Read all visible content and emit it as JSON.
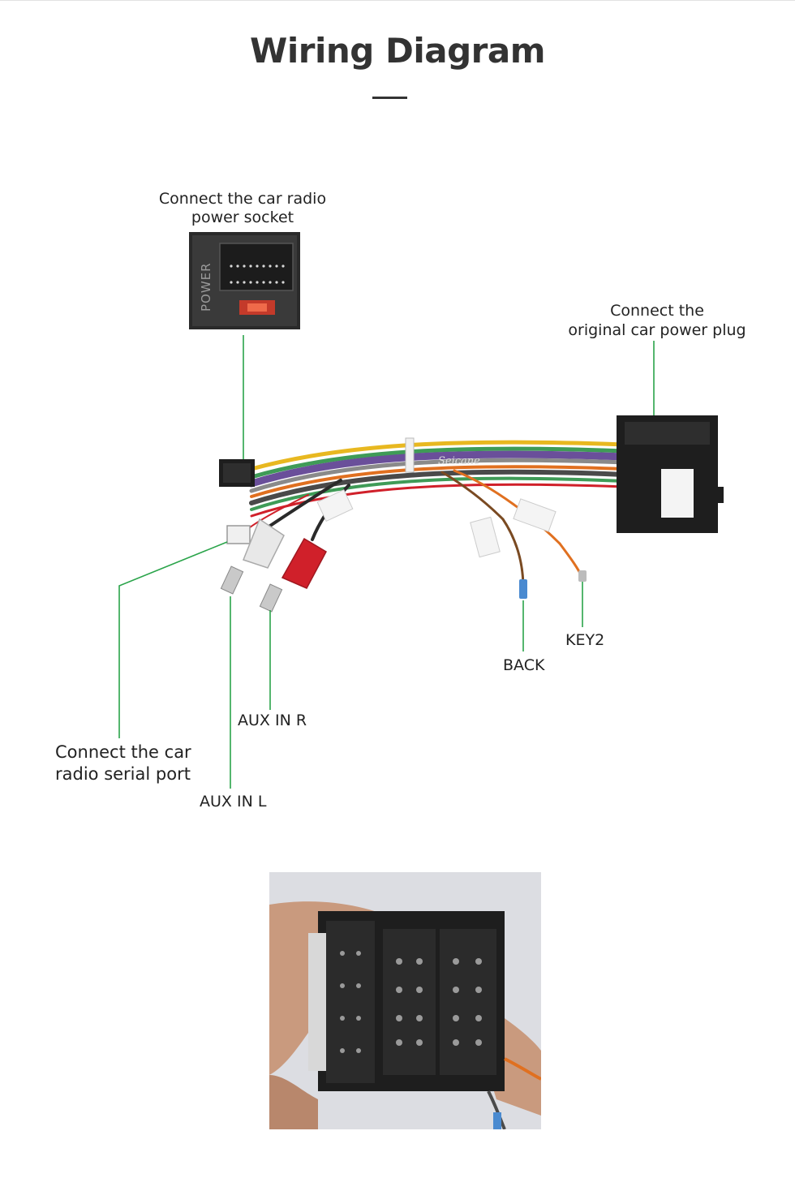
{
  "title": "Wiring Diagram",
  "colors": {
    "leader_line": "#2aa44a",
    "title": "#333333",
    "wire_yellow": "#e8b820",
    "wire_green": "#3f9b57",
    "wire_purple": "#6a4f9a",
    "wire_orange": "#e07020",
    "wire_brown": "#7a4a22",
    "rca_red": "#d0202a",
    "rca_white": "#e8e8e8",
    "connector_black": "#1e1e1e"
  },
  "labels": {
    "power_socket": {
      "line1": "Connect the car radio",
      "line2": "power socket"
    },
    "power_plug": {
      "line1": "Connect the",
      "line2": "original car power plug"
    },
    "serial_port": {
      "line1": "Connect the car",
      "line2": "radio  serial port"
    },
    "aux_in_r": "AUX IN R",
    "aux_in_l": "AUX IN L",
    "back": "BACK",
    "key2": "KEY2"
  },
  "photos": {
    "top_socket_text": "POWER",
    "harness_brand": "Seicane"
  }
}
